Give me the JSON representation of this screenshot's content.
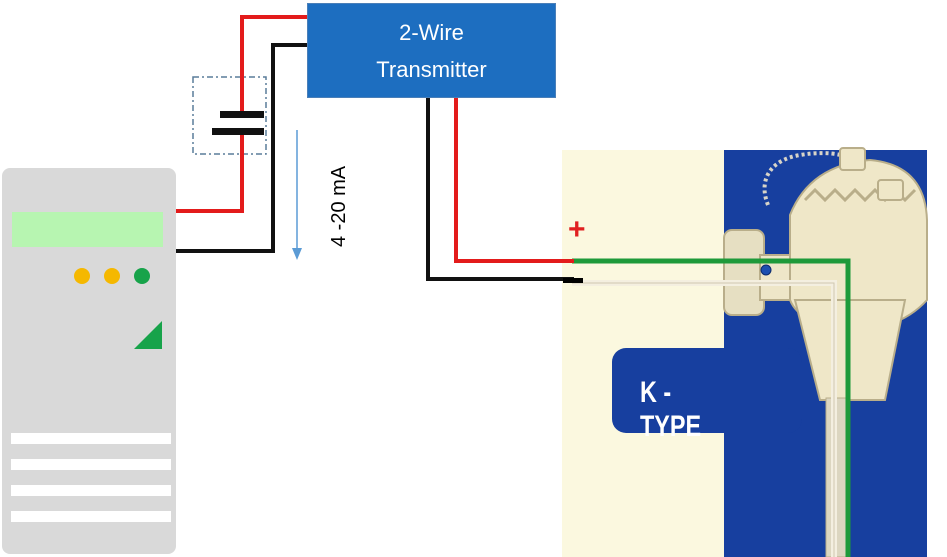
{
  "transmitter": {
    "line1": "2-Wire",
    "line2": "Transmitter"
  },
  "current_label": "4 -20 mA",
  "thermocouple": {
    "type_label": "K - TYPE"
  },
  "polarity": {
    "positive": "+",
    "negative": "-"
  },
  "controller": {
    "indicators": [
      "amber",
      "amber",
      "green"
    ]
  },
  "colors": {
    "positive_wire": "#e31b1b",
    "negative_wire": "#111111",
    "transmitter": "#1d6ec0",
    "thermocouple_panel": "#173f9f",
    "thermocouple_background": "#fbf8df",
    "display": "#b7f5b1",
    "led_amber": "#f5b800",
    "led_green": "#17a34a"
  }
}
